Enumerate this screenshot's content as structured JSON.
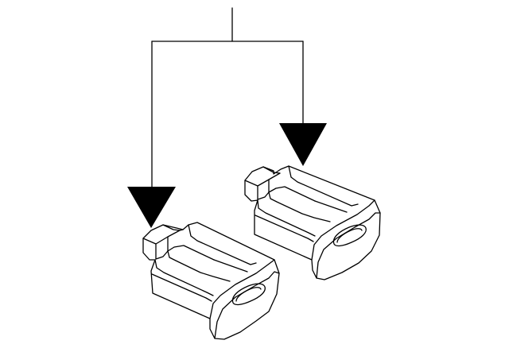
{
  "diagram": {
    "type": "parts-callout",
    "background_color": "#ffffff",
    "line_color": "#000000",
    "callout_count": 2,
    "part_count": 2,
    "parts": [
      {
        "name": "bulb-socket-left",
        "icon": "bulb-socket-icon"
      },
      {
        "name": "bulb-socket-right",
        "icon": "bulb-socket-icon"
      }
    ]
  }
}
